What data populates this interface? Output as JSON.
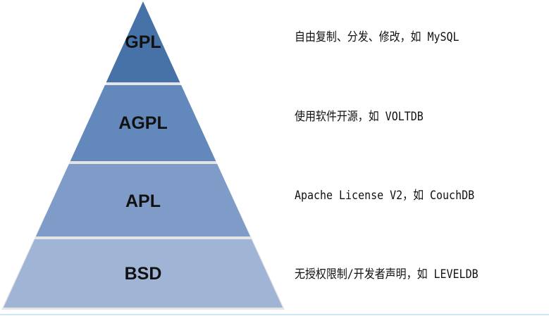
{
  "layers": [
    {
      "label": "GPL",
      "description": "自由复制、分发、修改，如 MySQL",
      "color": "#4672a8"
    },
    {
      "label": "AGPL",
      "description": "使用软件开源，如 VOLTDB",
      "color": "#6388bb"
    },
    {
      "label": "APL",
      "description": "Apache License V2，如 CouchDB",
      "color": "#7f9cc8"
    },
    {
      "label": "BSD",
      "description": "无授权限制/开发者声明，如 LEVELDB",
      "color": "#a0b4d6"
    }
  ]
}
